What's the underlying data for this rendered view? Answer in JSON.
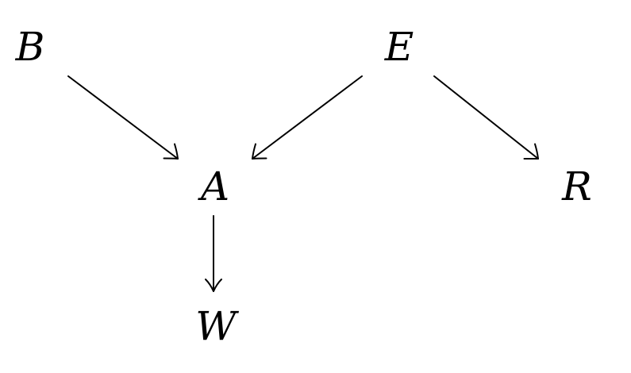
{
  "diagram": {
    "nodes": [
      {
        "id": "B",
        "label": "B"
      },
      {
        "id": "E",
        "label": "E"
      },
      {
        "id": "A",
        "label": "A"
      },
      {
        "id": "R",
        "label": "R"
      },
      {
        "id": "W",
        "label": "W"
      }
    ],
    "edges": [
      {
        "from": "B",
        "to": "A"
      },
      {
        "from": "E",
        "to": "A"
      },
      {
        "from": "E",
        "to": "R"
      },
      {
        "from": "A",
        "to": "W"
      }
    ]
  }
}
